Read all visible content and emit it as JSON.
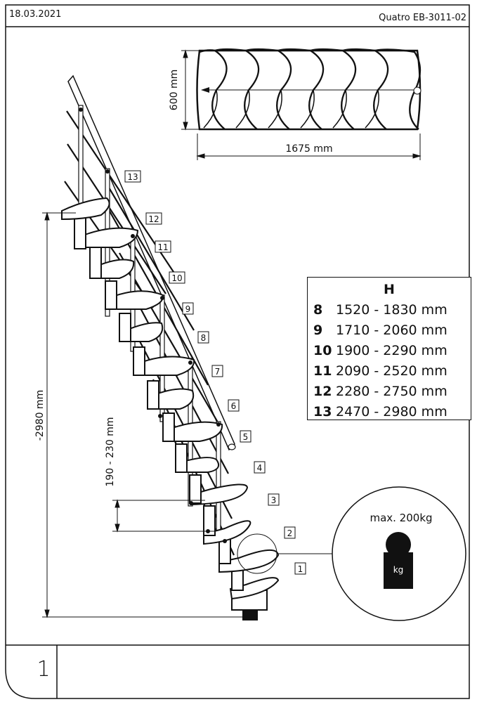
{
  "header": {
    "date": "18.03.2021",
    "model": "Quatro EB-3011-02"
  },
  "plan": {
    "width_label": "1675 mm",
    "depth_label": "600 mm"
  },
  "dimensions": {
    "total_height": "-2980 mm",
    "step_rise": "190 - 230 mm"
  },
  "step_numbers": [
    "1",
    "2",
    "3",
    "4",
    "5",
    "6",
    "7",
    "8",
    "9",
    "10",
    "11",
    "12",
    "13"
  ],
  "height_table": {
    "title": "H",
    "rows": [
      {
        "steps": "8",
        "range": "1520 - 1830 mm"
      },
      {
        "steps": "9",
        "range": "1710 - 2060 mm"
      },
      {
        "steps": "10",
        "range": "1900 - 2290 mm"
      },
      {
        "steps": "11",
        "range": "2090 - 2520 mm"
      },
      {
        "steps": "12",
        "range": "2280 - 2750 mm"
      },
      {
        "steps": "13",
        "range": "2470 - 2980 mm"
      }
    ]
  },
  "load": {
    "max_label": "max. 200kg",
    "weight_text": "kg"
  },
  "footer": {
    "page": "1"
  }
}
